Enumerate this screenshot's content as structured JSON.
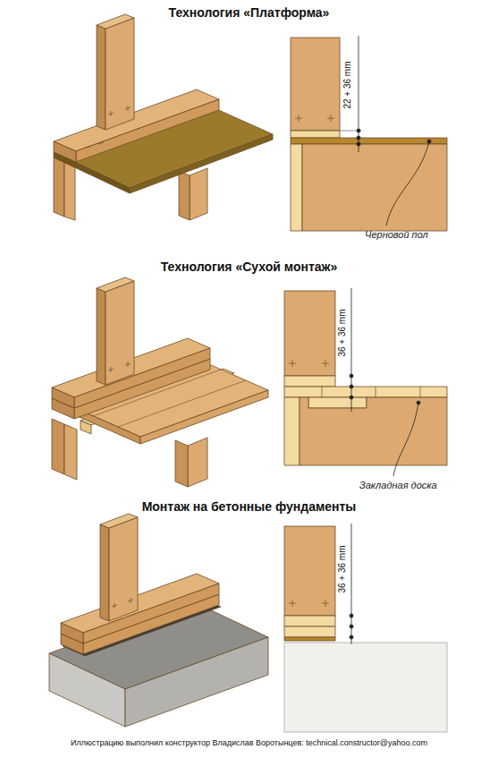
{
  "diagram": {
    "caption": "Иллюстрацию выполнил конструктор Владислав Воротынцев: technical.constructor@yahoo.com",
    "labels": [
      "Технология «Платформа»",
      "22 + 36 mm",
      "Черновой пол",
      "Технология «Сухой монтаж»",
      "36 + 36 mm",
      "Закладная доска",
      "Монтаж на бетонные фундаменты",
      "36 + 36 mm"
    ]
  }
}
